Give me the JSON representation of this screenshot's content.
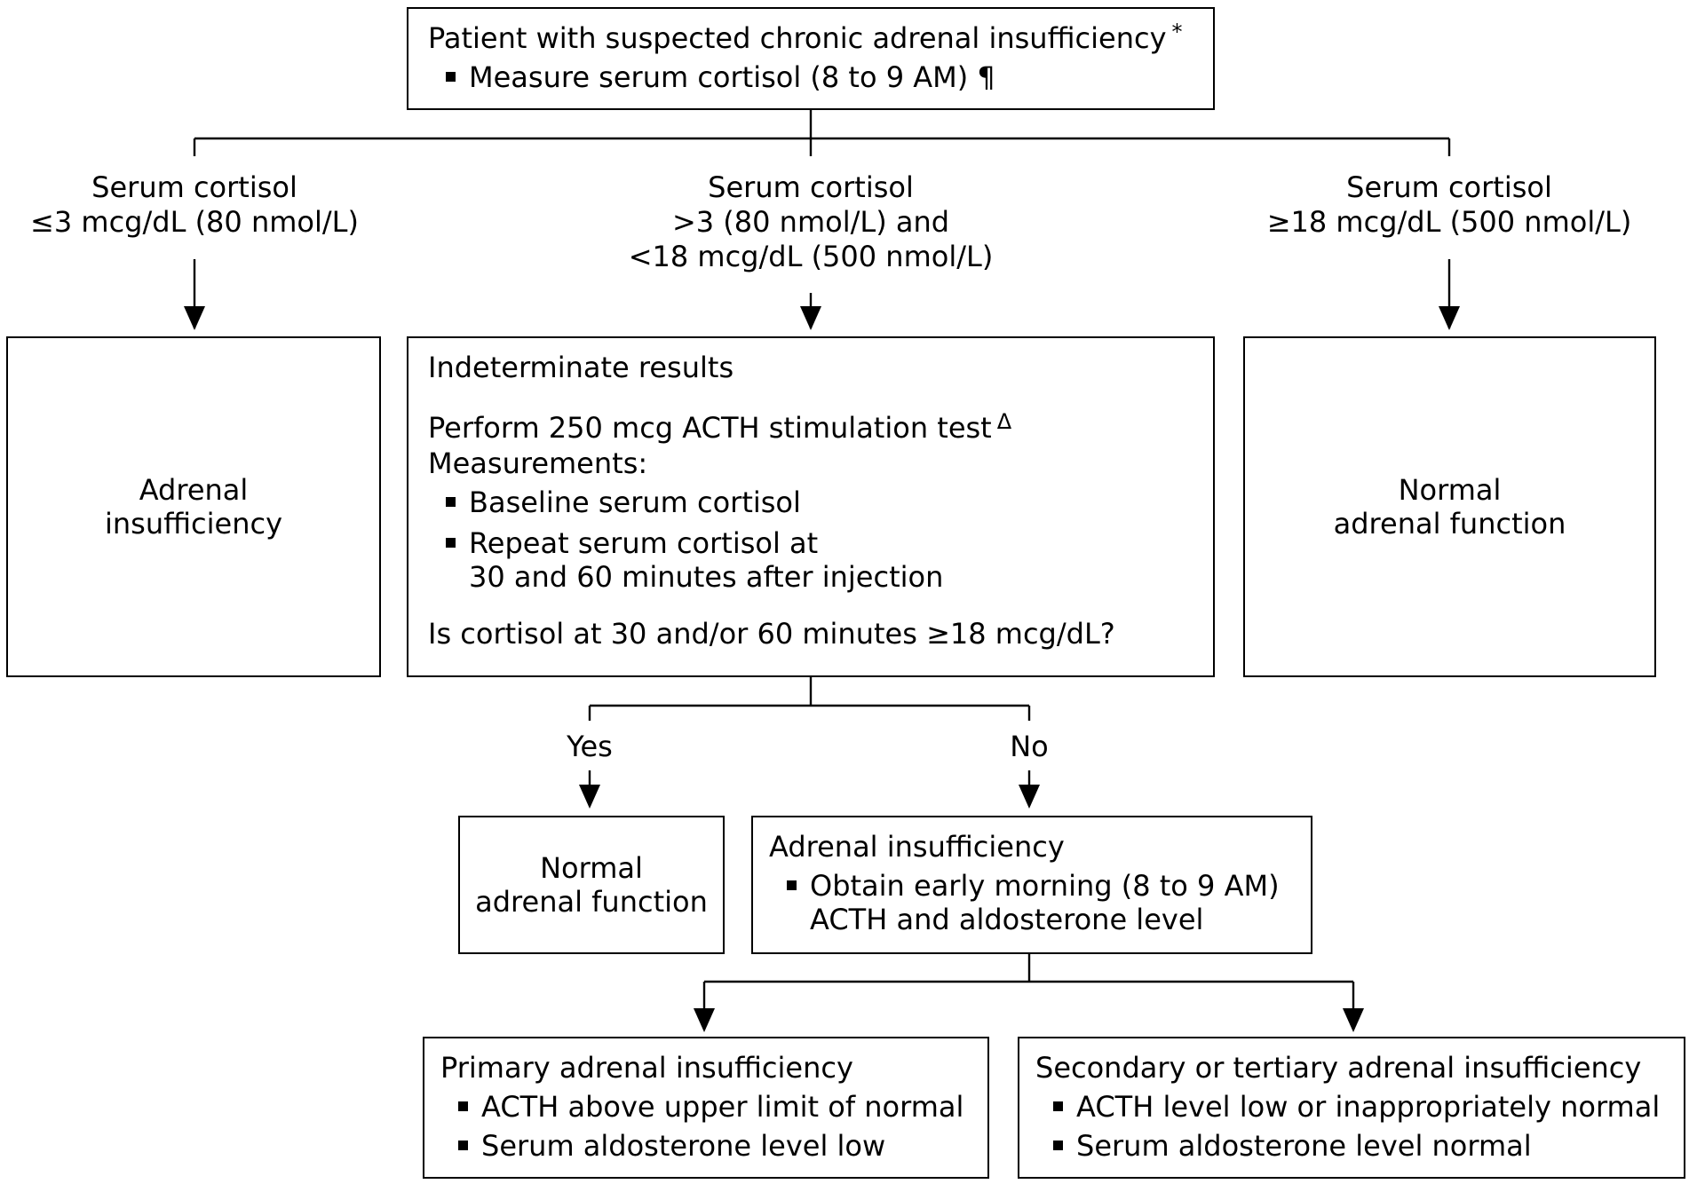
{
  "start": {
    "title": "Patient with suspected chronic adrenal insufficiency",
    "title_mark": "*",
    "bullet": "Measure serum cortisol (8 to 9 AM)",
    "bullet_mark": "¶"
  },
  "branches": {
    "low": [
      "Serum cortisol",
      "≤3 mcg/dL (80 nmol/L)"
    ],
    "mid": [
      "Serum cortisol",
      ">3 (80 nmol/L) and",
      "<18 mcg/dL (500 nmol/L)"
    ],
    "high": [
      "Serum cortisol",
      "≥18 mcg/dL (500 nmol/L)"
    ]
  },
  "adrenal_box": [
    "Adrenal",
    "insufficiency"
  ],
  "indeterminate": {
    "title": "Indeterminate results",
    "test": "Perform 250 mcg ACTH stimulation test",
    "test_mark": "Δ",
    "measurements_label": "Measurements:",
    "bullets": [
      [
        "Baseline serum cortisol"
      ],
      [
        "Repeat serum cortisol at",
        "30 and 60 minutes after injection"
      ]
    ],
    "question": "Is cortisol at 30 and/or 60 minutes ≥18 mcg/dL?"
  },
  "normal_top": [
    "Normal",
    "adrenal function"
  ],
  "answers": {
    "yes": "Yes",
    "no": "No"
  },
  "normal_yes": [
    "Normal",
    "adrenal function"
  ],
  "adrenal_no": {
    "title": "Adrenal insufficiency",
    "bullet": [
      "Obtain early morning (8 to 9 AM)",
      "ACTH and aldosterone level"
    ]
  },
  "primary": {
    "title": "Primary adrenal insufficiency",
    "bullets": [
      "ACTH above upper limit of normal",
      "Serum aldosterone level low"
    ]
  },
  "secondary": {
    "title": "Secondary or tertiary adrenal insufficiency",
    "bullets": [
      "ACTH level low or inappropriately normal",
      "Serum aldosterone level normal"
    ]
  }
}
